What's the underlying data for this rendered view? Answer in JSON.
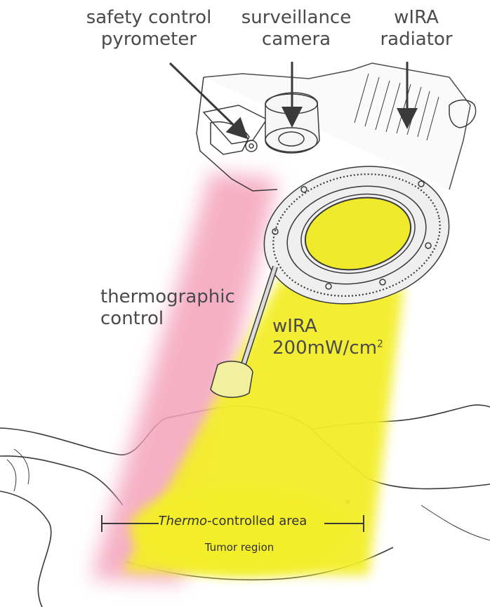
{
  "labels": {
    "pyrometer": [
      "safety control",
      "pyrometer"
    ],
    "camera": [
      "surveillance",
      "camera"
    ],
    "radiator": [
      "wIRA",
      "radiator"
    ],
    "thermographic": [
      "thermographic",
      "control"
    ],
    "wira_line1": "wIRA",
    "wira_power": "200mW/cm",
    "wira_power_sup": "2",
    "area_italic": "Thermo",
    "area_rest": "-controlled area",
    "tumor": "Tumor region"
  },
  "colors": {
    "pink_beam": "#f4a3bc",
    "yellow_beam": "#f3ee2a",
    "sketch_line": "#3a3a3a",
    "label_text": "#4a4a4a"
  },
  "icons": {
    "device": "wira-radiator-device-sketch",
    "patient": "patient-body-sketch"
  }
}
